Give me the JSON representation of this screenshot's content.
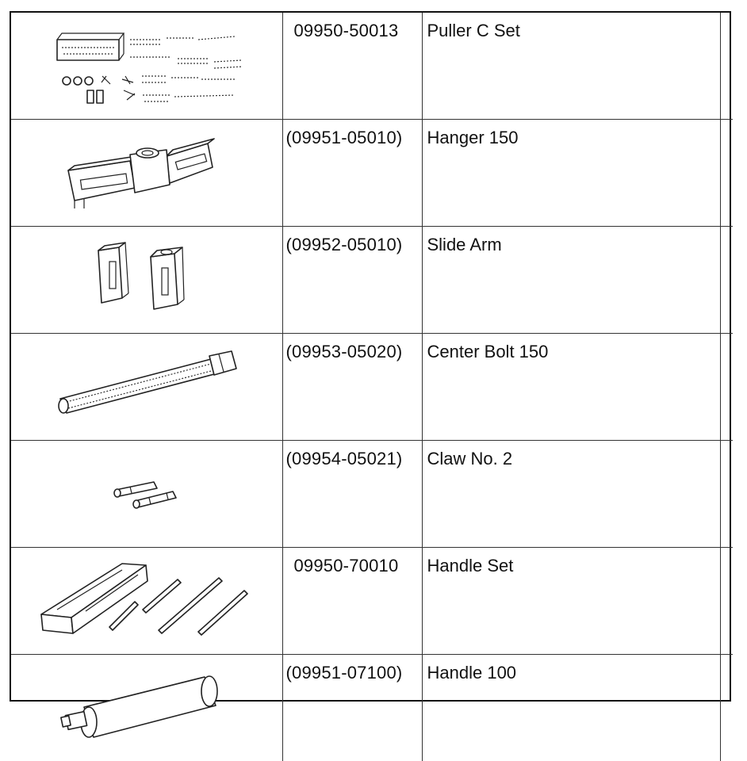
{
  "tools": [
    {
      "part_number": "09950-50013",
      "name": "Puller C Set",
      "icon": "puller-set-icon"
    },
    {
      "part_number": "(09951-05010)",
      "name": "Hanger 150",
      "icon": "hanger-icon"
    },
    {
      "part_number": "(09952-05010)",
      "name": "Slide Arm",
      "icon": "slide-arm-icon"
    },
    {
      "part_number": "(09953-05020)",
      "name": "Center Bolt 150",
      "icon": "center-bolt-icon"
    },
    {
      "part_number": "(09954-05021)",
      "name": "Claw No. 2",
      "icon": "claw-icon"
    },
    {
      "part_number": "09950-70010",
      "name": "Handle Set",
      "icon": "handle-set-icon"
    },
    {
      "part_number": "(09951-07100)",
      "name": "Handle 100",
      "icon": "handle-icon"
    }
  ]
}
